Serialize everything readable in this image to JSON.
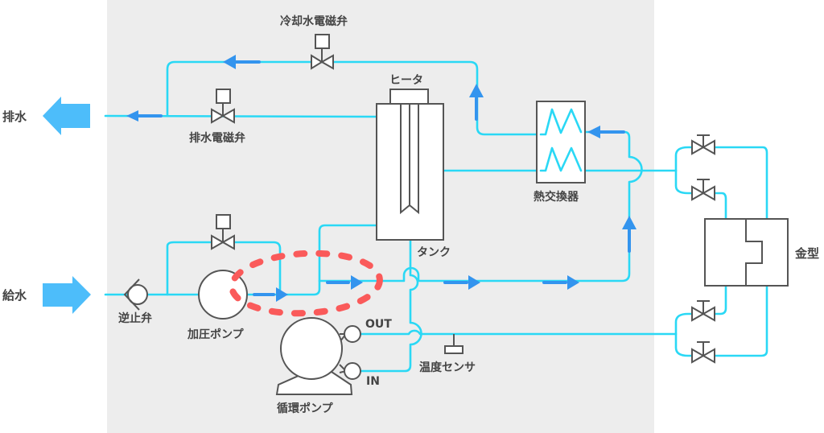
{
  "diagram": {
    "title": "",
    "colors": {
      "background_panel": "#ededed",
      "pipe": "#2ad8f5",
      "flow_arrow": "#3394ee",
      "io_arrow": "#4dbdfa",
      "highlight": "#fa5a5a",
      "component_stroke": "#555555"
    },
    "labels": {
      "drain": "排水",
      "supply": "給水",
      "cooling_valve": "冷却水電磁弁",
      "drain_valve": "排水電磁弁",
      "heater": "ヒータ",
      "tank": "タンク",
      "heat_exchanger": "熱交換器",
      "check_valve": "逆止弁",
      "booster_pump": "加圧ポンプ",
      "circulation_pump": "循環ポンプ",
      "pump_out": "OUT",
      "pump_in": "IN",
      "temp_sensor": "温度センサ",
      "mold": "金型"
    },
    "highlighted_component": "加圧ポンプ"
  }
}
